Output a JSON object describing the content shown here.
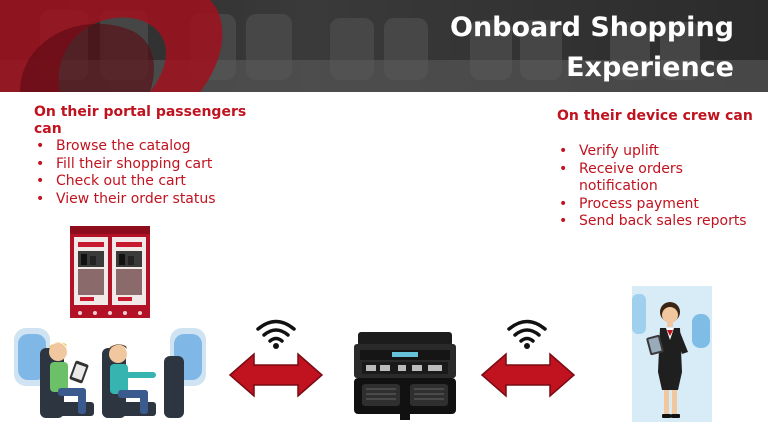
{
  "slide": {
    "title_line1": "Onboard Shopping",
    "title_line2": "Experience"
  },
  "passengers": {
    "heading": "On their portal passengers can",
    "items": [
      "Browse the catalog",
      "Fill their shopping cart",
      "Check out the cart",
      "View their order status"
    ]
  },
  "crew": {
    "heading": "On their device crew can",
    "items": [
      "Verify uplift",
      "Receive orders notification",
      "Process payment",
      "Send back sales reports"
    ]
  },
  "colors": {
    "accent_red": "#c1121f",
    "title_text": "#ffffff",
    "header_bg": "#2e2e2e"
  },
  "icons": [
    "wifi-icon",
    "double-arrow-icon",
    "phone-app-illustration",
    "passengers-illustration",
    "server-device-illustration",
    "flight-attendant-illustration"
  ]
}
